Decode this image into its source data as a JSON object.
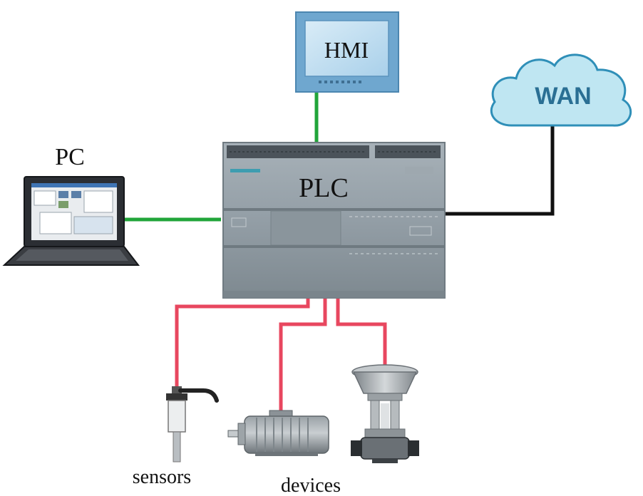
{
  "labels": {
    "hmi": "HMI",
    "wan": "WAN",
    "pc": "PC",
    "plc": "PLC",
    "sensors": "sensors",
    "devices": "devices"
  },
  "colors": {
    "fieldbus_link": "#e8475f",
    "network_link": "#21a53a",
    "wan_link": "#111111",
    "wan_cloud": "#bfe6f2",
    "wan_text": "#2a6f94",
    "plc_body": "#8f9ba3",
    "hmi_frame": "#6fa7cf"
  },
  "icons": [
    "hmi-panel-icon",
    "wan-cloud-icon",
    "laptop-icon",
    "plc-icon",
    "sensor-icon",
    "motor-icon",
    "valve-icon"
  ]
}
